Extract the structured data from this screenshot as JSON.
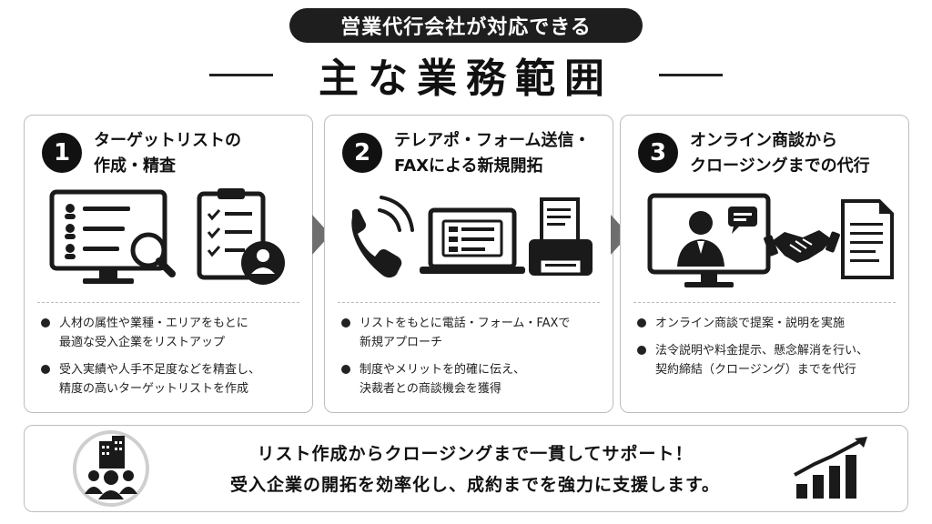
{
  "header": {
    "pill": "営業代行会社が対応できる",
    "title": "主な業務範囲"
  },
  "cards": [
    {
      "number": "1",
      "title_lines": [
        "ターゲットリストの",
        "作成・精査"
      ],
      "bullets": [
        [
          "人材の属性や業種・エリアをもとに",
          "最適な受入企業をリストアップ"
        ],
        [
          "受入実績や人手不足度などを精査し、",
          "精度の高いターゲットリストを作成"
        ]
      ],
      "icons": [
        "monitor-list-magnifier-icon",
        "clipboard-checklist-user-icon"
      ]
    },
    {
      "number": "2",
      "title_lines": [
        "テレアポ・フォーム送信・",
        "FAXによる新規開拓"
      ],
      "bullets": [
        [
          "リストをもとに電話・フォーム・FAXで",
          "新規アプローチ"
        ],
        [
          "制度やメリットを的確に伝え、",
          "決裁者との商談機会を獲得"
        ]
      ],
      "icons": [
        "phone-icon",
        "laptop-form-icon",
        "fax-printer-icon"
      ]
    },
    {
      "number": "3",
      "title_lines": [
        "オンライン商談から",
        "クロージングまでの代行"
      ],
      "bullets": [
        [
          "オンライン商談で提案・説明を実施"
        ],
        [
          "法令説明や料金提示、懸念解消を行い、",
          "契約締結（クロージング）までを代行"
        ]
      ],
      "icons": [
        "video-call-monitor-icon",
        "handshake-icon",
        "contract-document-icon"
      ]
    }
  ],
  "footer": {
    "lines": [
      "リスト作成からクロージングまで一貫してサポート！",
      "受入企業の開拓を効率化し、成約までを強力に支援します。"
    ],
    "icons": [
      "company-people-icon",
      "growth-chart-icon"
    ]
  },
  "colors": {
    "dark": "#1e1e1e",
    "border": "#bdbdbd",
    "arrow": "#6e6e6e"
  }
}
